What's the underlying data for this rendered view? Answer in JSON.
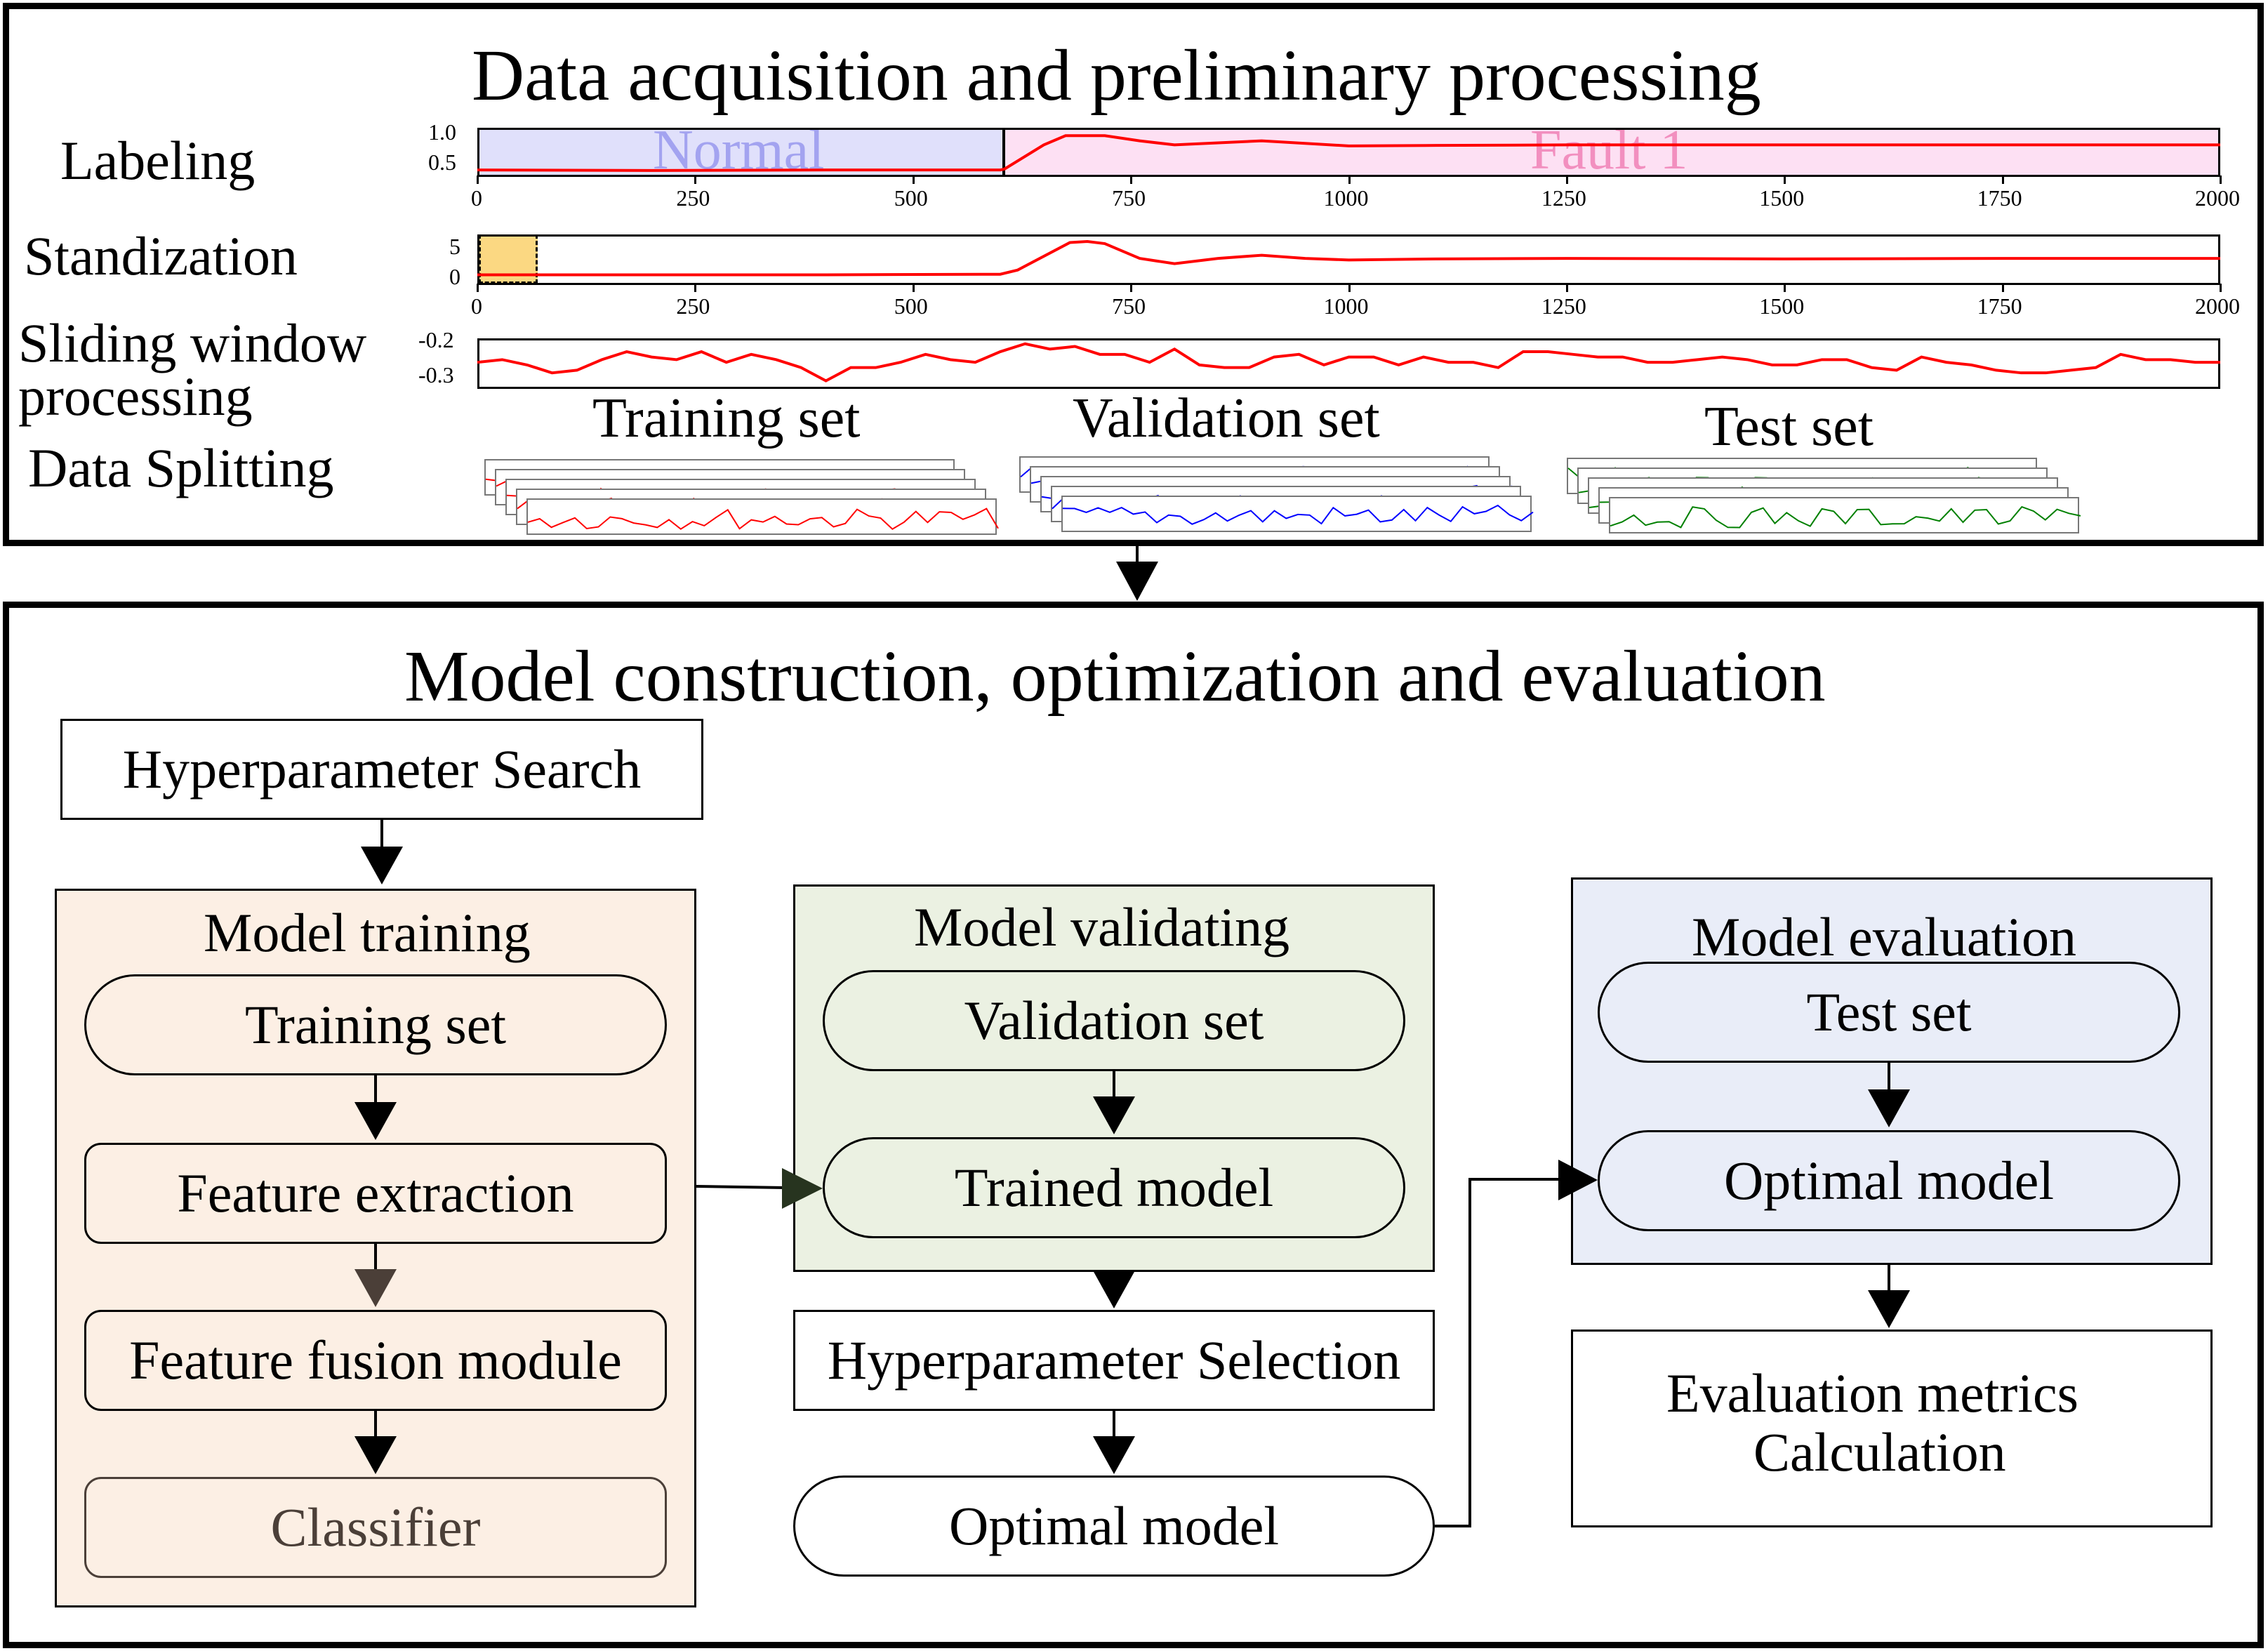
{
  "top": {
    "title": "Data acquisition and preliminary processing",
    "row_labels": {
      "labeling": "Labeling",
      "standization": "Standization",
      "sliding_line1": "Sliding window",
      "sliding_line2": "processing",
      "splitting": "Data Splitting"
    },
    "labeling_regions": {
      "normal": "Normal",
      "fault": "Fault 1"
    },
    "set_labels": {
      "training": "Training set",
      "validation": "Validation set",
      "test": "Test set"
    },
    "colors": {
      "normal_fill": "#e0e0fb",
      "normal_text": "#a3a3f0",
      "fault_fill": "#fde0f3",
      "fault_text": "#f28fbf",
      "signal": "#ff0000",
      "highlight": "#fbd882",
      "train_curve": "#ff0000",
      "val_curve": "#0000ff",
      "test_curve": "#008000"
    }
  },
  "chart_data": [
    {
      "type": "line",
      "name": "labeling",
      "xlim": [
        0,
        2000
      ],
      "ylim": [
        0.25,
        1.1
      ],
      "x_ticks": [
        "0",
        "250",
        "500",
        "750",
        "1000",
        "1250",
        "1500",
        "1750",
        "2000"
      ],
      "y_ticks": [
        "1.0",
        "0.5"
      ],
      "regions": [
        {
          "label": "Normal",
          "x": [
            0,
            605
          ]
        },
        {
          "label": "Fault 1",
          "x": [
            605,
            2000
          ]
        }
      ],
      "series": [
        {
          "points": [
            [
              0,
              0.33
            ],
            [
              200,
              0.32
            ],
            [
              400,
              0.33
            ],
            [
              600,
              0.33
            ],
            [
              605,
              0.35
            ],
            [
              650,
              0.82
            ],
            [
              675,
              1.0
            ],
            [
              720,
              1.0
            ],
            [
              760,
              0.9
            ],
            [
              800,
              0.82
            ],
            [
              850,
              0.86
            ],
            [
              900,
              0.9
            ],
            [
              950,
              0.85
            ],
            [
              1000,
              0.8
            ],
            [
              1100,
              0.81
            ],
            [
              1250,
              0.82
            ],
            [
              1500,
              0.82
            ],
            [
              1750,
              0.82
            ],
            [
              2000,
              0.82
            ]
          ]
        }
      ]
    },
    {
      "type": "line",
      "name": "standization",
      "xlim": [
        0,
        2000
      ],
      "ylim": [
        -1.5,
        7
      ],
      "x_ticks": [
        "0",
        "250",
        "500",
        "750",
        "1000",
        "1250",
        "1500",
        "1750",
        "2000"
      ],
      "y_ticks": [
        "5",
        "0"
      ],
      "highlight_x": [
        0,
        70
      ],
      "series": [
        {
          "points": [
            [
              0,
              -0.1
            ],
            [
              200,
              -0.1
            ],
            [
              400,
              -0.1
            ],
            [
              600,
              0
            ],
            [
              620,
              0.8
            ],
            [
              680,
              6.0
            ],
            [
              700,
              6.2
            ],
            [
              720,
              5.8
            ],
            [
              760,
              3.0
            ],
            [
              800,
              2.0
            ],
            [
              850,
              3.0
            ],
            [
              900,
              3.6
            ],
            [
              950,
              3.0
            ],
            [
              1000,
              2.7
            ],
            [
              1100,
              2.9
            ],
            [
              1250,
              3.0
            ],
            [
              1500,
              2.9
            ],
            [
              1750,
              3.0
            ],
            [
              2000,
              3.0
            ]
          ]
        }
      ]
    },
    {
      "type": "line",
      "name": "sliding_window",
      "ylim": [
        -0.35,
        -0.18
      ],
      "y_ticks": [
        "-0.2",
        "-0.3"
      ],
      "series": [
        {
          "values": [
            -0.26,
            -0.25,
            -0.27,
            -0.3,
            -0.29,
            -0.25,
            -0.22,
            -0.24,
            -0.25,
            -0.22,
            -0.26,
            -0.23,
            -0.25,
            -0.28,
            -0.33,
            -0.28,
            -0.28,
            -0.26,
            -0.23,
            -0.25,
            -0.26,
            -0.22,
            -0.19,
            -0.21,
            -0.2,
            -0.23,
            -0.23,
            -0.26,
            -0.21,
            -0.27,
            -0.28,
            -0.28,
            -0.24,
            -0.23,
            -0.27,
            -0.24,
            -0.24,
            -0.27,
            -0.24,
            -0.26,
            -0.26,
            -0.28,
            -0.22,
            -0.22,
            -0.23,
            -0.24,
            -0.24,
            -0.26,
            -0.26,
            -0.25,
            -0.24,
            -0.25,
            -0.27,
            -0.27,
            -0.25,
            -0.25,
            -0.28,
            -0.29,
            -0.24,
            -0.26,
            -0.27,
            -0.29,
            -0.3,
            -0.3,
            -0.29,
            -0.28,
            -0.23,
            -0.25,
            -0.25,
            -0.26,
            -0.26
          ]
        }
      ]
    }
  ],
  "bottom": {
    "title": "Model construction, optimization and evaluation",
    "hyper_search": "Hyperparameter Search",
    "training": {
      "title": "Model training",
      "items": [
        "Training set",
        "Feature extraction",
        "Feature fusion module",
        "Classifier"
      ]
    },
    "validating": {
      "title": "Model validating",
      "items": [
        "Validation set",
        "Trained model"
      ]
    },
    "hyper_selection": "Hyperparameter Selection",
    "optimal_model": "Optimal model",
    "evaluation": {
      "title": "Model evaluation",
      "items": [
        "Test set",
        "Optimal model"
      ]
    },
    "metrics_line1": "Evaluation metrics",
    "metrics_line2": "Calculation",
    "colors": {
      "training_fill": "#fcefe4",
      "validating_fill": "#ebf1e2",
      "evaluation_fill": "#e9edf8",
      "classifier_text": "#4b3f38"
    }
  }
}
